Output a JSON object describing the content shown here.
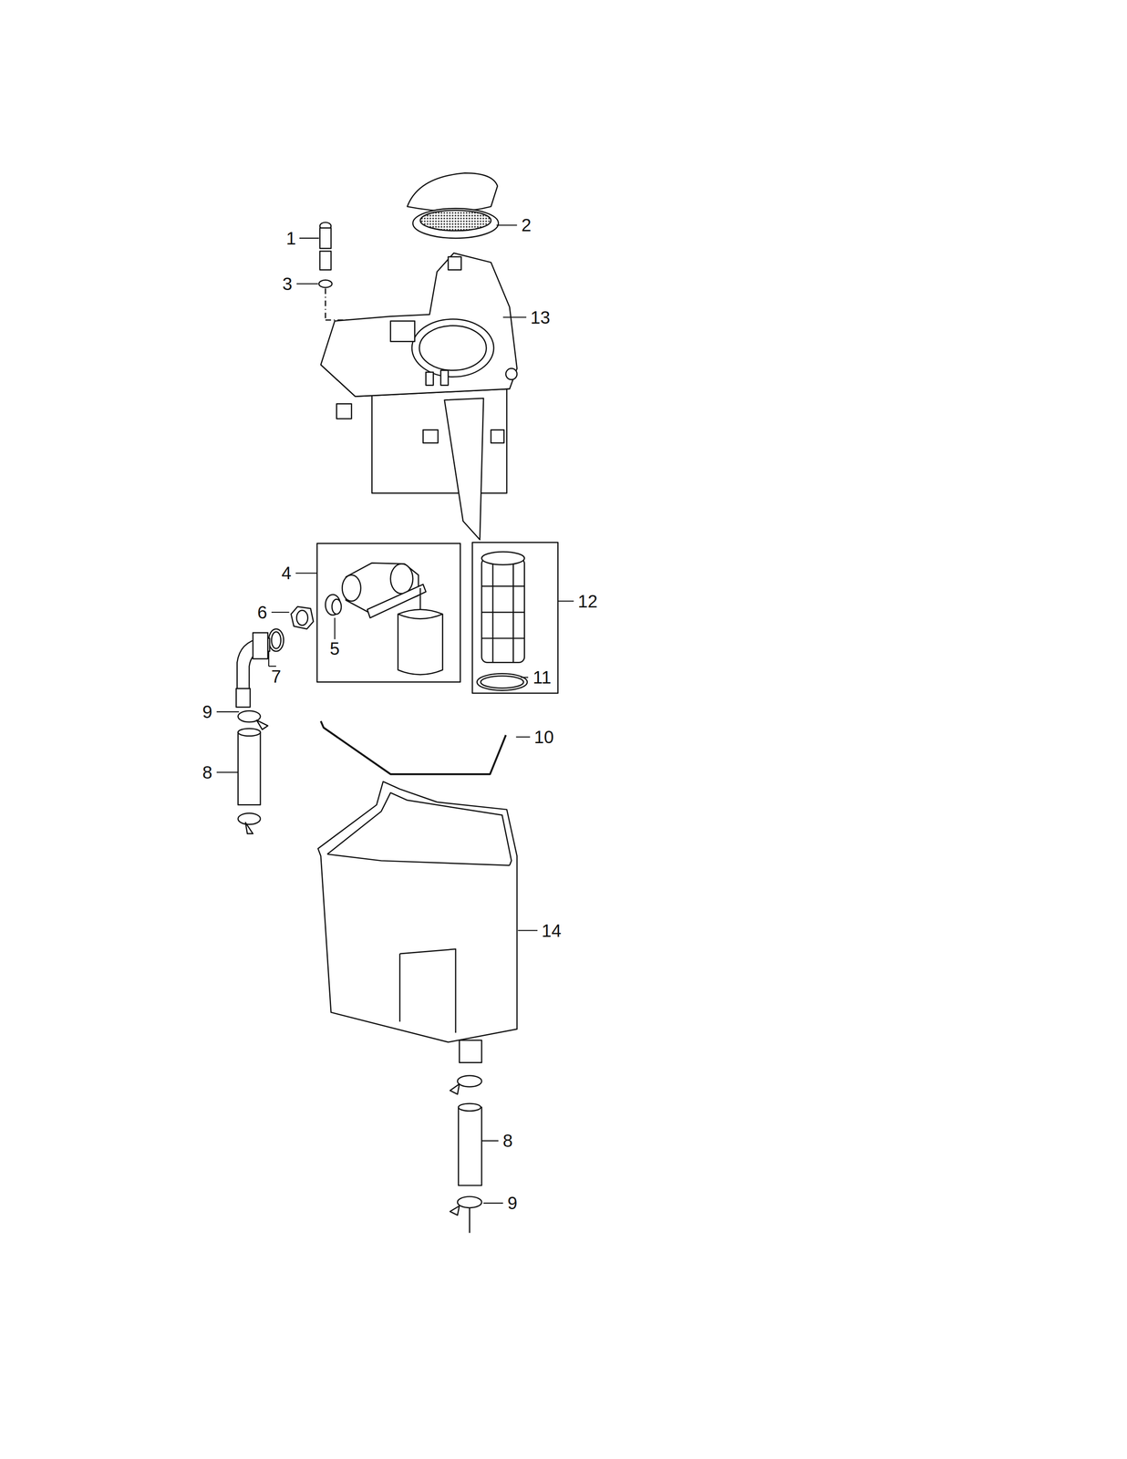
{
  "diagram": {
    "labels": [
      "1",
      "2",
      "3",
      "13",
      "4",
      "12",
      "6",
      "5",
      "7",
      "11",
      "9",
      "10",
      "8",
      "14",
      "8",
      "9"
    ]
  }
}
